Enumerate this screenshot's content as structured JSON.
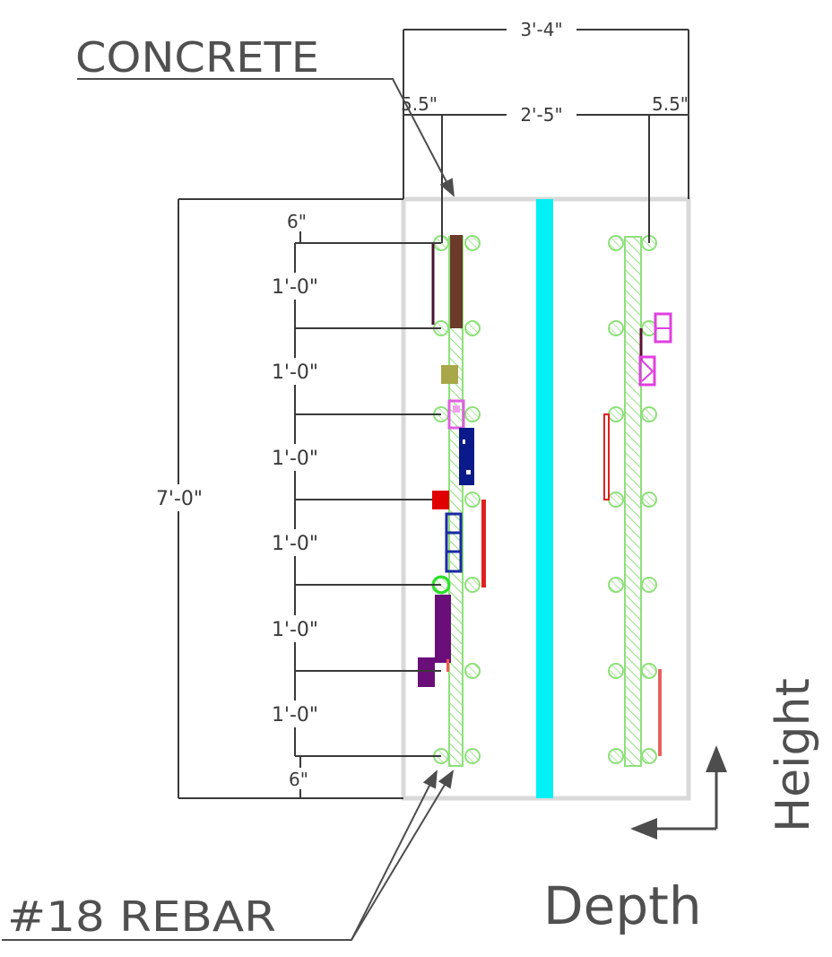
{
  "labels": {
    "concrete": "CONCRETE",
    "rebar": "#18 REBAR",
    "height": "Height",
    "depth": "Depth"
  },
  "dimensions": {
    "overall_width": "3'-4\"",
    "cover_left": "5.5\"",
    "inner_width": "2'-5\"",
    "cover_right": "5.5\"",
    "overall_height": "7'-0\"",
    "top_cover": "6\"",
    "spacing_1": "1'-0\"",
    "spacing_2": "1'-0\"",
    "spacing_3": "1'-0\"",
    "spacing_4": "1'-0\"",
    "spacing_5": "1'-0\"",
    "spacing_6": "1'-0\"",
    "bottom_cover": "6\""
  },
  "colors": {
    "concrete_outline": "#d9d9d9",
    "rebar": "#8ee07a",
    "center_strip": "#00f0f5",
    "dimension_line": "#3a3a3a",
    "arrow": "#4d4d4d"
  }
}
